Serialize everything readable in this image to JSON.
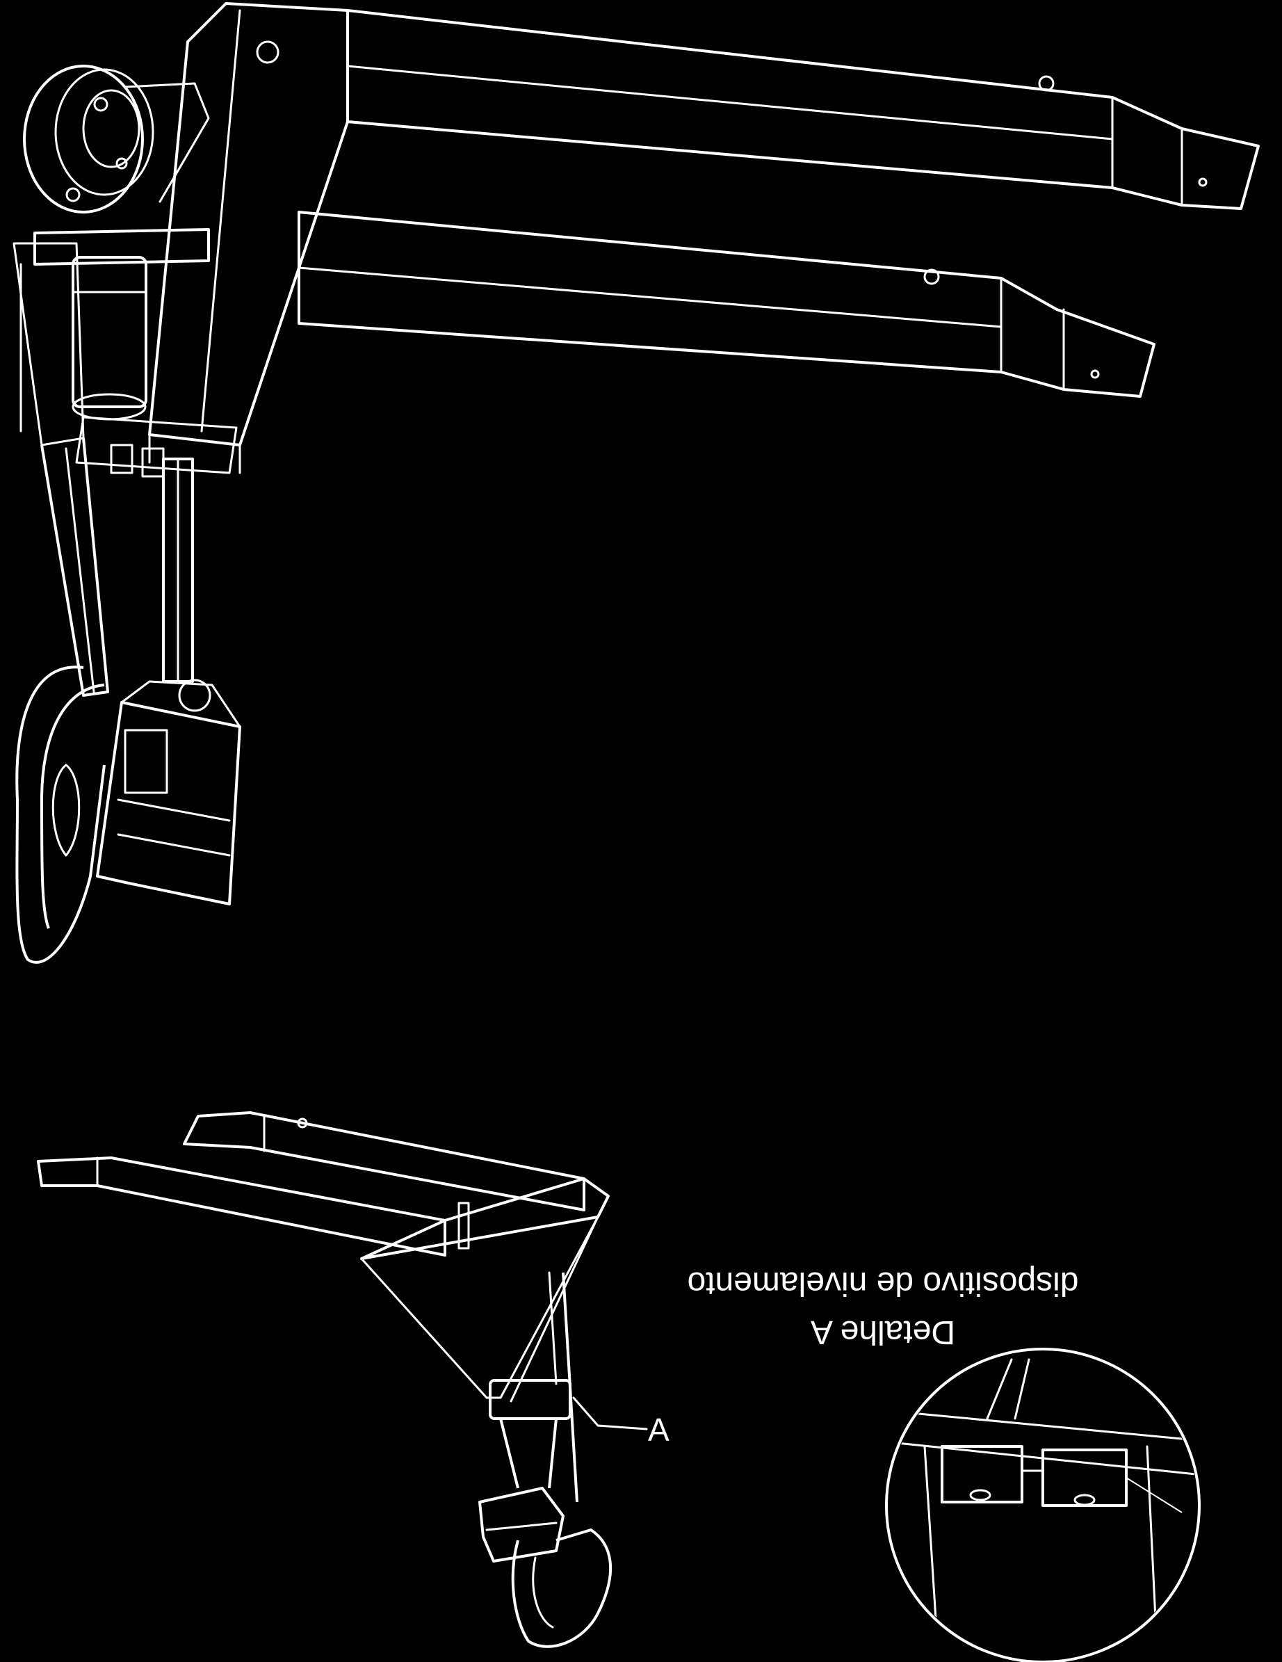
{
  "figure": {
    "callout_label": "A",
    "detail_title": "Detalhe A",
    "detail_subtitle": "dispositivo de nivelamento",
    "colors": {
      "background": "#000000",
      "lines": "#ffffff"
    }
  }
}
